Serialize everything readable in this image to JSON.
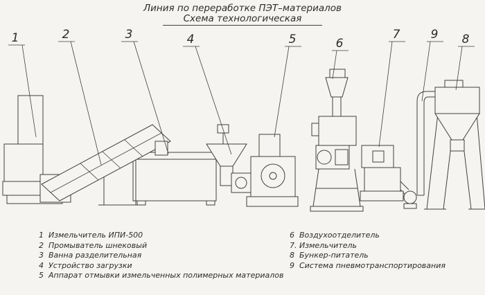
{
  "title": {
    "line1": "Линия по переработке ПЭТ–материалов",
    "line2": "Схема технологическая"
  },
  "callouts": [
    "1",
    "2",
    "3",
    "4",
    "5",
    "6",
    "7",
    "8",
    "9"
  ],
  "legend": {
    "left": [
      {
        "num": "1",
        "label": "Измельчитель ИПИ-500"
      },
      {
        "num": "2",
        "label": "Промыватель шнековый"
      },
      {
        "num": "3",
        "label": "Ванна разделительная"
      },
      {
        "num": "4",
        "label": "Устройство загрузки"
      },
      {
        "num": "5",
        "label": "Аппарат отмывки измельченных полимерных материалов"
      }
    ],
    "right": [
      {
        "num": "6",
        "label": "Воздухоотделитель"
      },
      {
        "num": "7.",
        "label": "Измельчитель"
      },
      {
        "num": "8",
        "label": "Бункер-питатель"
      },
      {
        "num": "9",
        "label": "Система пневмотранспортирования"
      }
    ]
  },
  "colors": {
    "background": "#f5f4f0",
    "line": "#3f3f3f",
    "text": "#2b2b2b"
  }
}
